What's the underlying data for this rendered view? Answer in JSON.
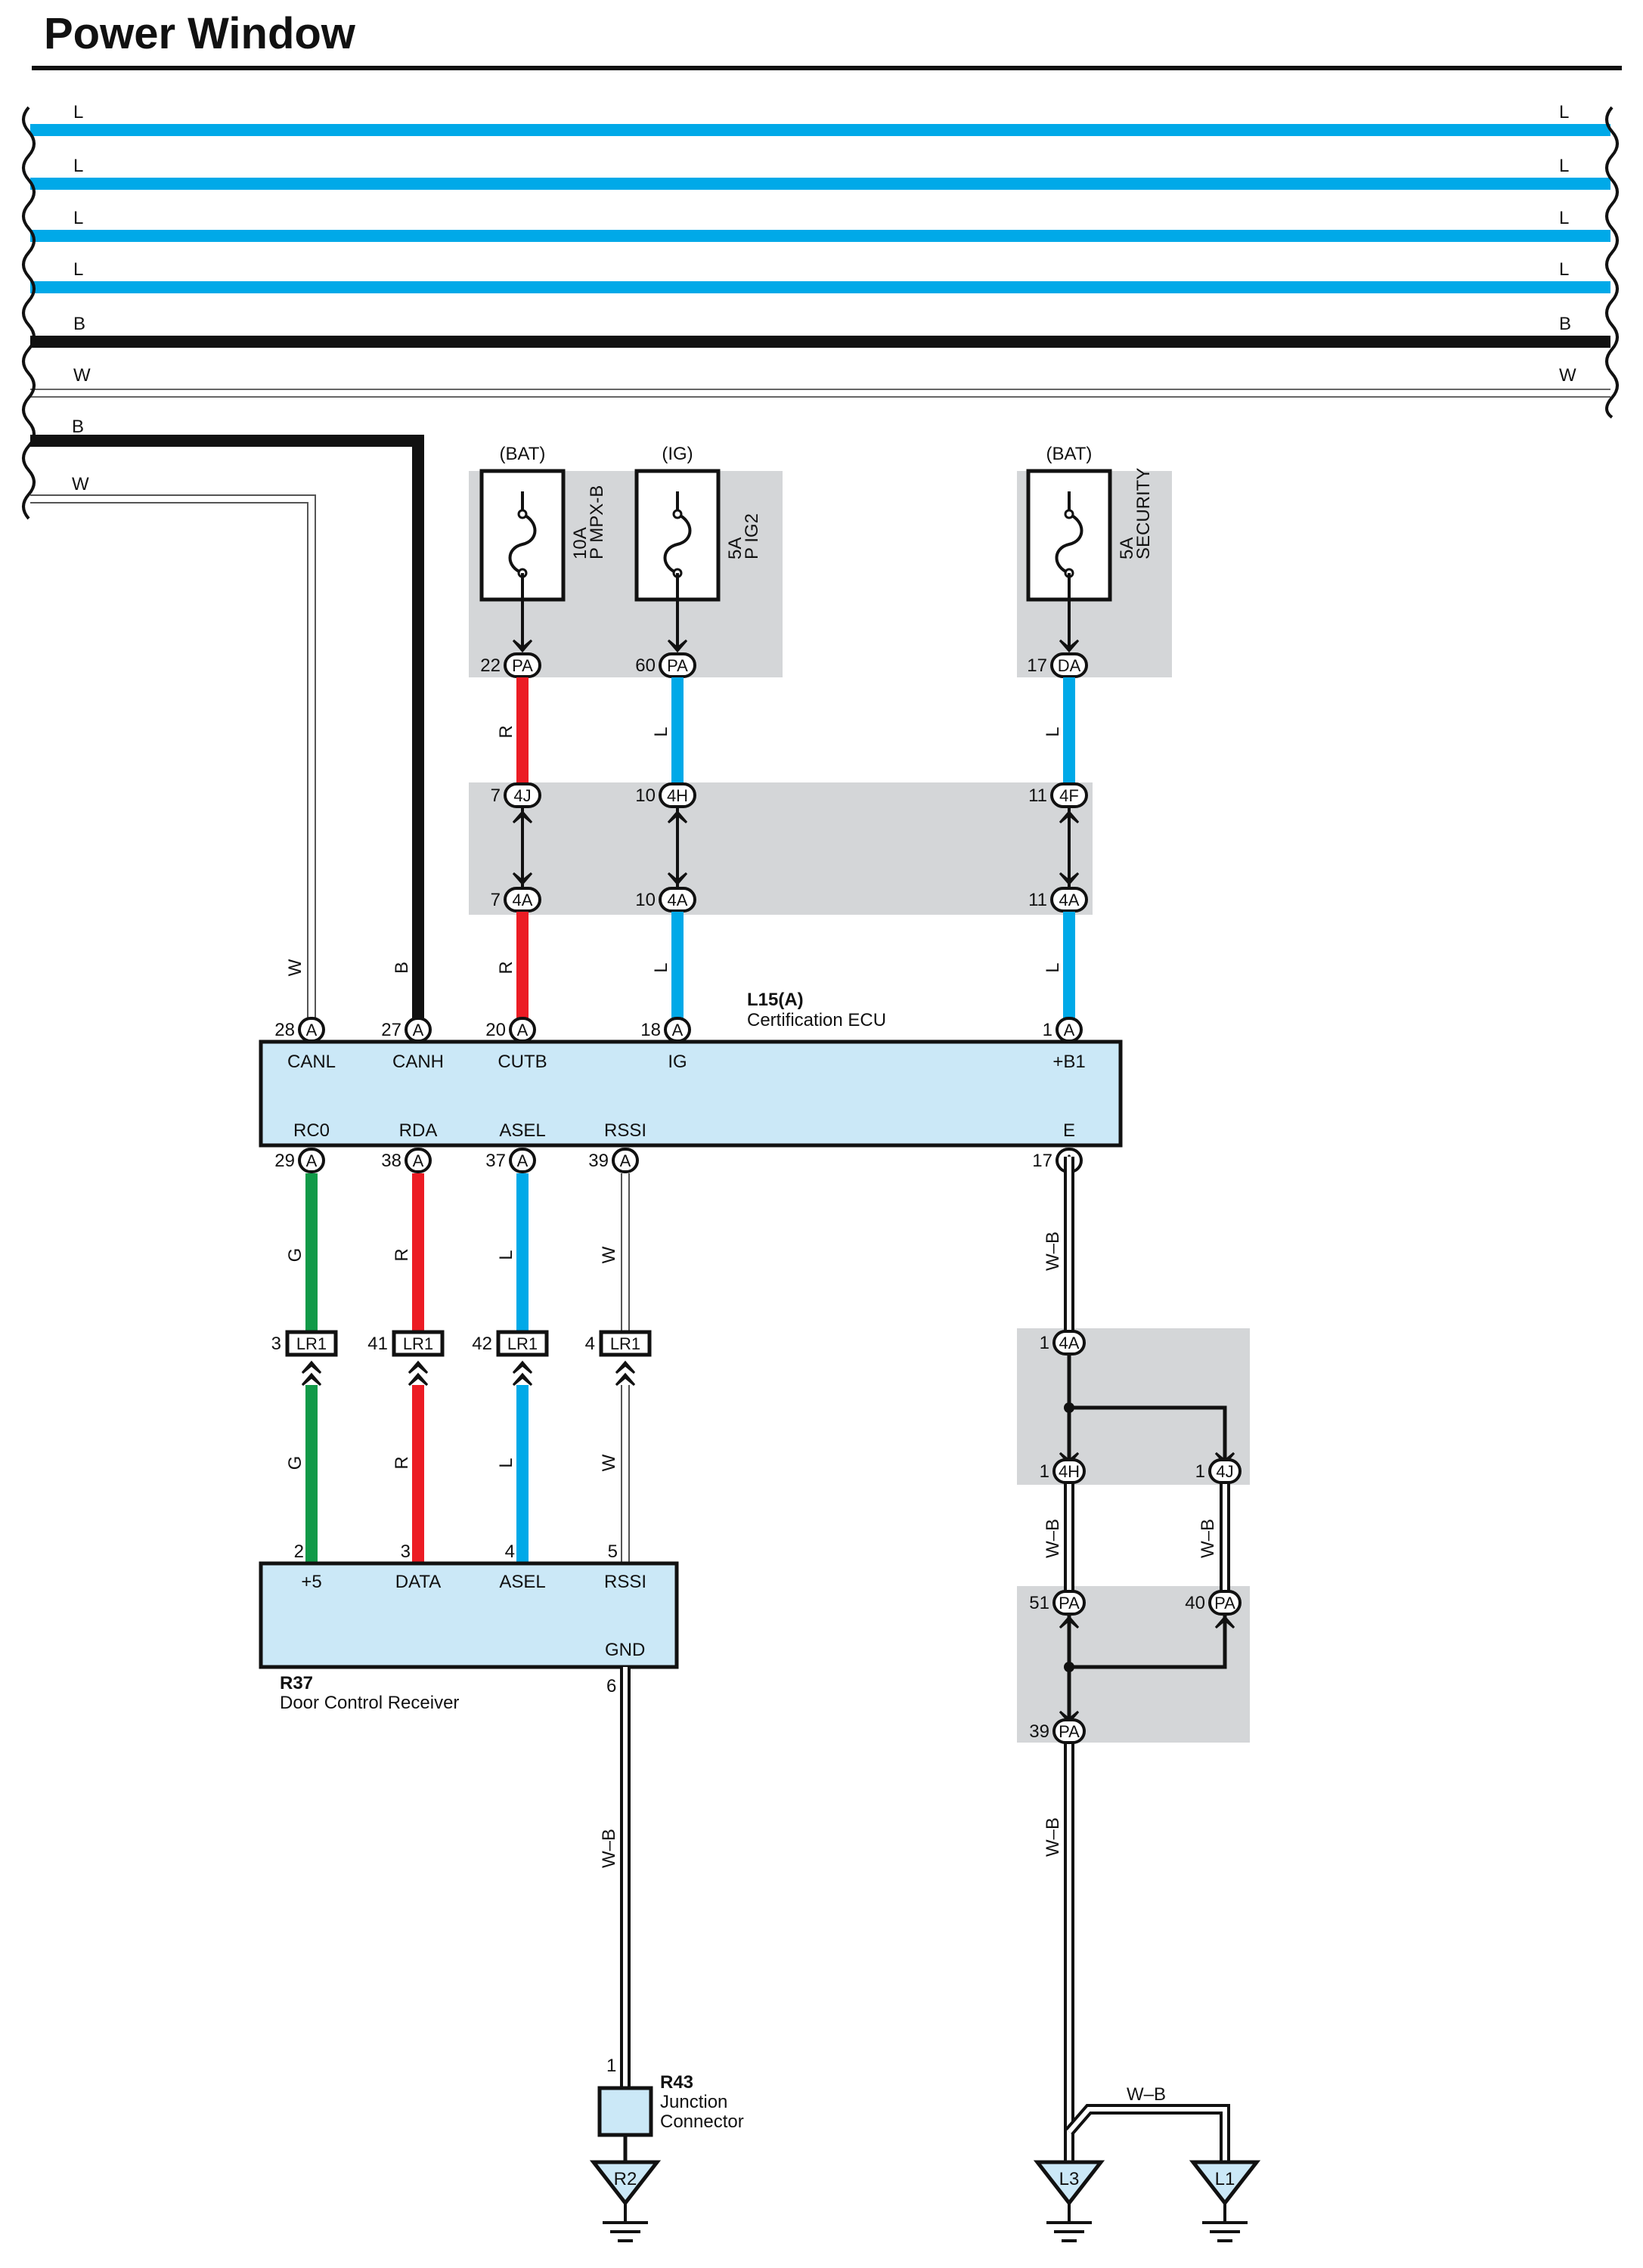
{
  "title": "Power Window",
  "colors": {
    "L": "#00a9e8",
    "R": "#ec1c24",
    "G": "#109a48",
    "B": "#111111",
    "W": "#ffffff",
    "box": "#cbe8f7",
    "shade": "#d4d6d8"
  },
  "bus": {
    "codes": [
      "L",
      "L",
      "L",
      "L",
      "B",
      "W"
    ],
    "branch_codes": [
      "B",
      "W"
    ]
  },
  "fuses": [
    {
      "supply": "(BAT)",
      "rating": "10A",
      "name": "P MPX-B",
      "pin": "22",
      "conn": "PA"
    },
    {
      "supply": "(IG)",
      "rating": "5A",
      "name": "P IG2",
      "pin": "60",
      "conn": "PA"
    },
    {
      "supply": "(BAT)",
      "rating": "5A",
      "name": "SECURITY",
      "pin": "17",
      "conn": "DA"
    }
  ],
  "feed_wires": [
    {
      "upper_code": "R",
      "lower_code": "R",
      "top_pin": "7",
      "top_conn": "4J",
      "bot_pin": "7",
      "bot_conn": "4A"
    },
    {
      "upper_code": "L",
      "lower_code": "L",
      "top_pin": "10",
      "top_conn": "4H",
      "bot_pin": "10",
      "bot_conn": "4A"
    },
    {
      "upper_code": "L",
      "lower_code": "L",
      "top_pin": "11",
      "top_conn": "4F",
      "bot_pin": "11",
      "bot_conn": "4A"
    }
  ],
  "ecu": {
    "code": "L15(A)",
    "name": "Certification ECU",
    "conn": "A",
    "top_pins": [
      {
        "num": "28",
        "label": "CANL",
        "wire": "W"
      },
      {
        "num": "27",
        "label": "CANH",
        "wire": "B"
      },
      {
        "num": "20",
        "label": "CUTB",
        "wire": "R"
      },
      {
        "num": "18",
        "label": "IG",
        "wire": "L"
      },
      {
        "num": "1",
        "label": "+B1",
        "wire": "L"
      }
    ],
    "bottom_pins": [
      {
        "num": "29",
        "label": "RC0",
        "wire": "G"
      },
      {
        "num": "38",
        "label": "RDA",
        "wire": "R"
      },
      {
        "num": "37",
        "label": "ASEL",
        "wire": "L"
      },
      {
        "num": "39",
        "label": "RSSI",
        "wire": "W"
      },
      {
        "num": "17",
        "label": "E",
        "wire": "W–B"
      }
    ]
  },
  "lr1": {
    "conn": "LR1",
    "pins": [
      "3",
      "41",
      "42",
      "4"
    ],
    "lower_codes": [
      "G",
      "R",
      "L",
      "W"
    ]
  },
  "receiver": {
    "code": "R37",
    "name": "Door Control Receiver",
    "pins": [
      {
        "num": "2",
        "label": "+5"
      },
      {
        "num": "3",
        "label": "DATA"
      },
      {
        "num": "4",
        "label": "ASEL"
      },
      {
        "num": "5",
        "label": "RSSI"
      }
    ],
    "gnd_label": "GND",
    "gnd_pin": "6",
    "gnd_wire": "W–B"
  },
  "junction": {
    "code": "R43",
    "name_line1": "Junction",
    "name_line2": "Connector",
    "pin": "1",
    "ground": "R2"
  },
  "ground_path": {
    "wire1": "W–B",
    "j1_pin": "1",
    "j1_conn": "4A",
    "j2_pin": "1",
    "j2_conn": "4H",
    "j3_pin": "1",
    "j3_conn": "4J",
    "wire2": "W–B",
    "wire3": "W–B",
    "p1_pin": "51",
    "p1_conn": "PA",
    "p2_pin": "40",
    "p2_conn": "PA",
    "p3_pin": "39",
    "p3_conn": "PA",
    "wire4": "W–B",
    "wire5": "W–B",
    "ground_left": "L3",
    "ground_right": "L1"
  }
}
